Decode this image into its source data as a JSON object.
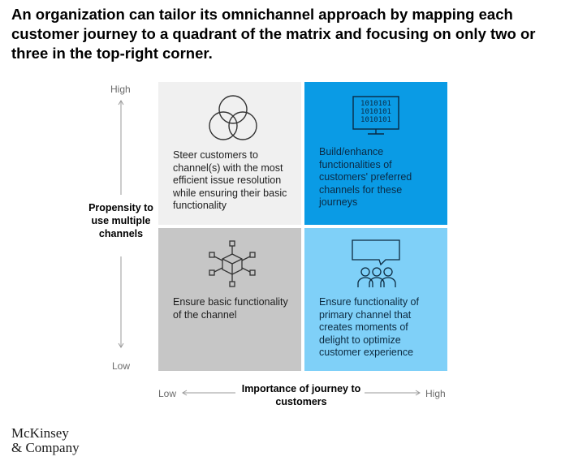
{
  "title": "An organization can tailor its omnichannel approach by mapping each customer journey to a quadrant of the matrix and focusing on only two or three in the top-right corner.",
  "y_axis": {
    "label": "Propensity to use multiple channels",
    "high": "High",
    "low": "Low"
  },
  "x_axis": {
    "label": "Importance of journey to customers",
    "low": "Low",
    "high": "High"
  },
  "quadrants": {
    "top_left": {
      "text": "Steer customers to channel(s) with the most efficient issue resolution while ensuring their basic functionality",
      "icon": "venn-diagram-icon",
      "color": "#f0f0f0"
    },
    "top_right": {
      "text": "Build/enhance functionalities of customers' preferred channels for these journeys",
      "icon": "computer-monitor-icon",
      "icon_text": [
        "1010101",
        "1010101",
        "1010101"
      ],
      "color": "#0a9be5"
    },
    "bottom_left": {
      "text": "Ensure basic functionality of the channel",
      "icon": "network-cube-icon",
      "color": "#c6c6c6"
    },
    "bottom_right": {
      "text": "Ensure functionality of primary channel that creates moments of delight to optimize customer experience",
      "icon": "people-speech-bubble-icon",
      "color": "#7fd0f8"
    }
  },
  "logo": {
    "line1": "McKinsey",
    "line2": "& Company"
  }
}
